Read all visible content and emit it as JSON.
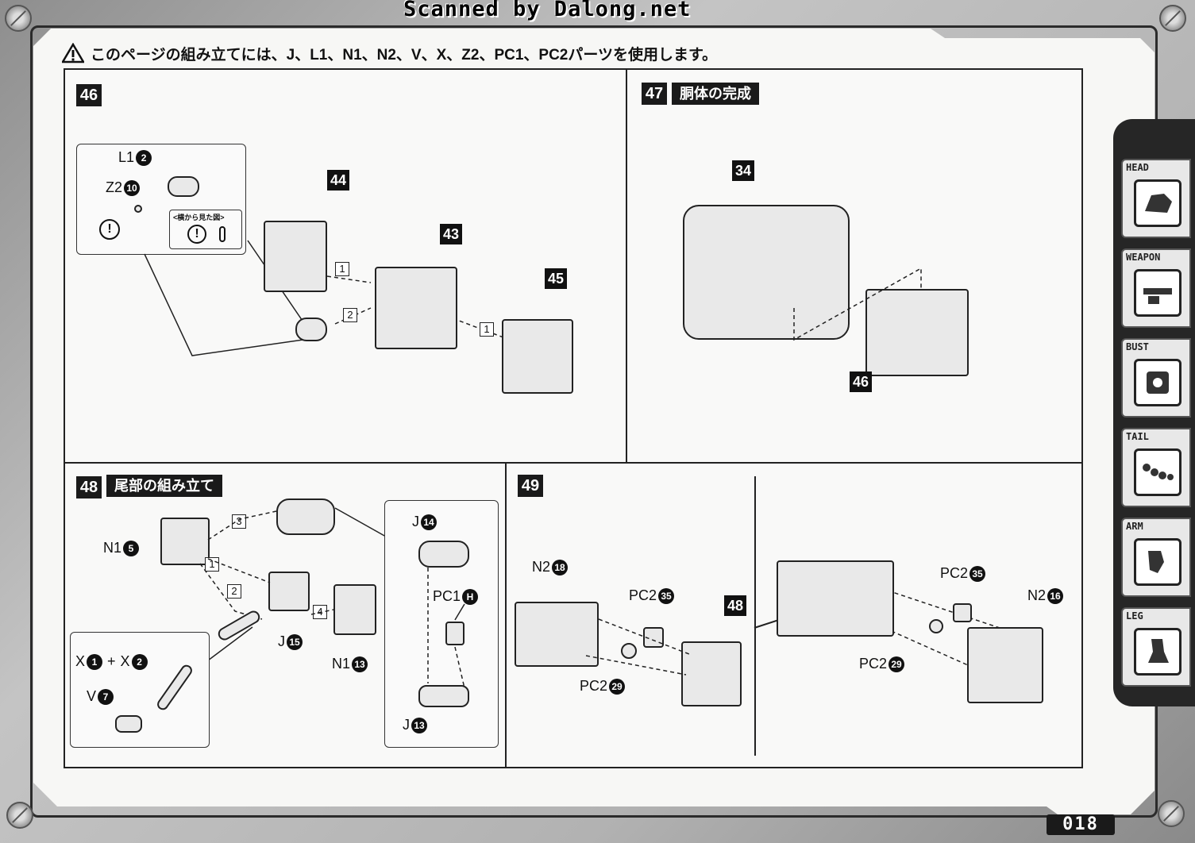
{
  "watermark": "Scanned by Dalong.net",
  "notice": "このページの組み立てには、J、L1、N1、N2、V、X、Z2、PC1、PC2パーツを使用します。",
  "steps": {
    "s46": {
      "number": "46",
      "inset": {
        "l1": "L1",
        "l1_no": "2",
        "z2": "Z2",
        "z2_no": "10",
        "side_view": "<横から見た図>"
      },
      "refs": [
        "44",
        "43",
        "45"
      ],
      "orders": [
        "1",
        "2",
        "1"
      ]
    },
    "s47": {
      "number": "47",
      "title": "胴体の完成",
      "refs": [
        "34",
        "46"
      ]
    },
    "s48": {
      "number": "48",
      "title": "尾部の組み立て",
      "n1a": "N1",
      "n1a_no": "5",
      "j15": "J",
      "j15_no": "15",
      "n1b": "N1",
      "n1b_no": "13",
      "inset_a": {
        "x1": "X",
        "x1_no": "1",
        "plus": "+",
        "x2": "X",
        "x2_no": "2",
        "v": "V",
        "v_no": "7"
      },
      "inset_b": {
        "j14": "J",
        "j14_no": "14",
        "pc1": "PC1",
        "pc1_no": "H",
        "j13": "J",
        "j13_no": "13"
      },
      "orders": [
        "3",
        "1",
        "2",
        "4"
      ]
    },
    "s49": {
      "number": "49",
      "n2a": "N2",
      "n2a_no": "18",
      "pc2a": "PC2",
      "pc2a_no": "35",
      "pc2b": "PC2",
      "pc2b_no": "29",
      "ref48": "48",
      "pc2c": "PC2",
      "pc2c_no": "35",
      "n2b": "N2",
      "n2b_no": "16",
      "pc2d": "PC2",
      "pc2d_no": "29"
    }
  },
  "tabs": [
    {
      "label": "HEAD"
    },
    {
      "label": "WEAPON"
    },
    {
      "label": "BUST"
    },
    {
      "label": "TAIL"
    },
    {
      "label": "ARM"
    },
    {
      "label": "LEG"
    }
  ],
  "page_number": "018"
}
